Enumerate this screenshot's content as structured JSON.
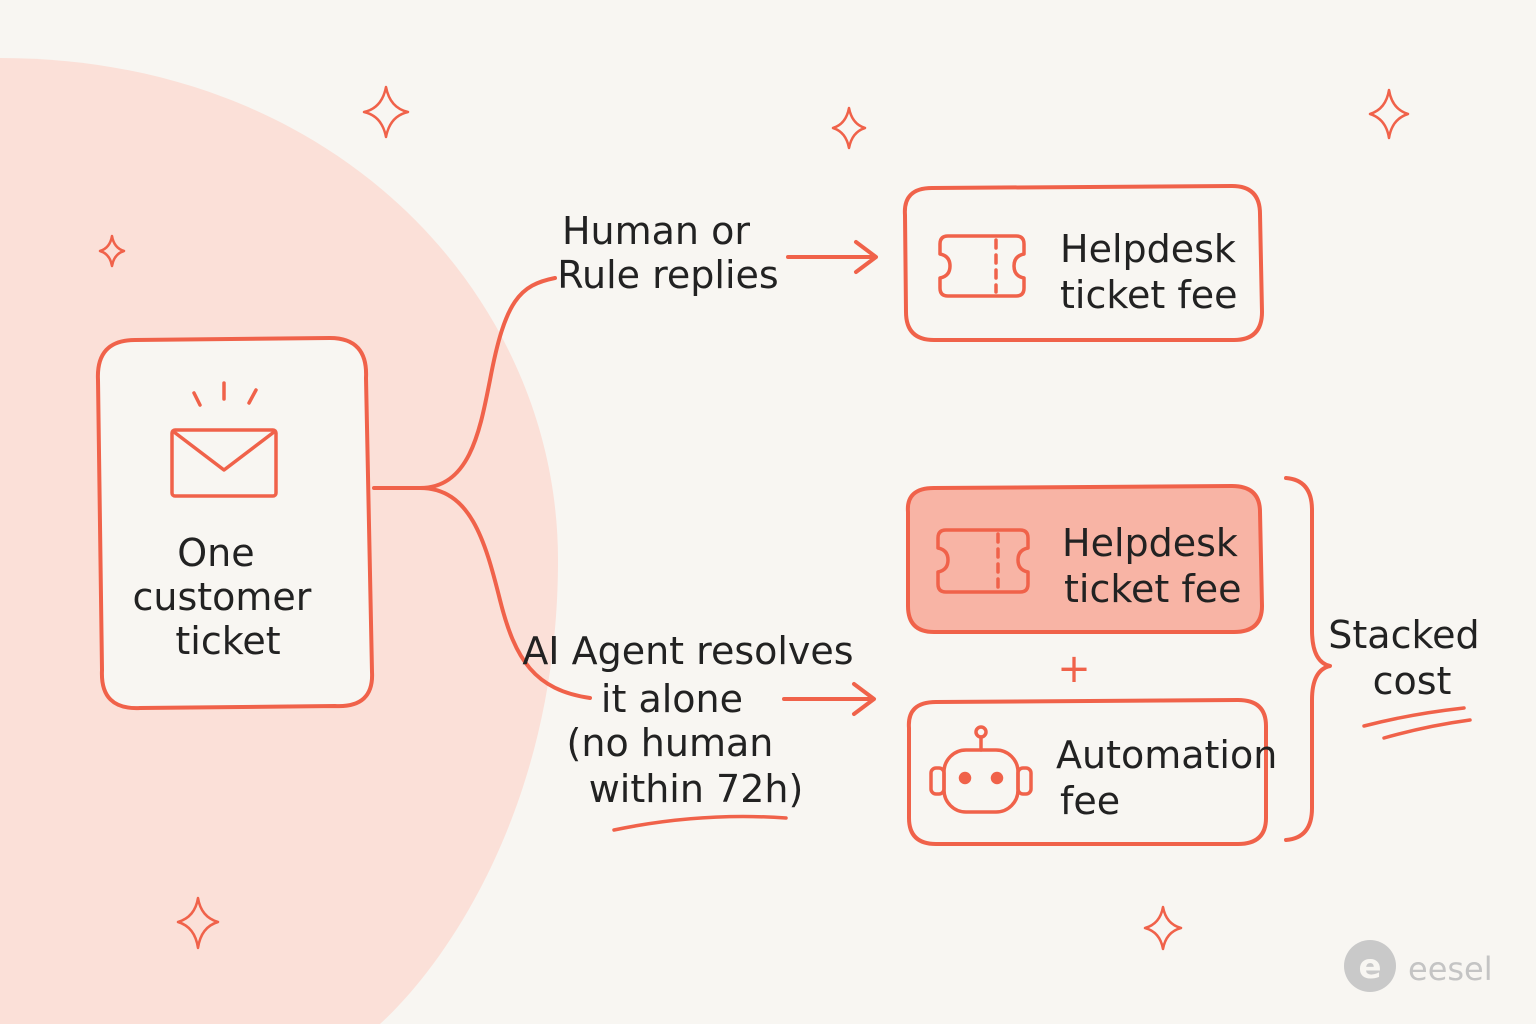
{
  "colors": {
    "background": "#f8f6f2",
    "blob": "#fbe0d8",
    "accent": "#f0624a",
    "highlight_fill": "#f8b4a5",
    "text": "#222222",
    "brand": "#c4c4c4"
  },
  "source": {
    "label_lines": [
      "One",
      "customer",
      "ticket"
    ],
    "icon": "envelope-icon"
  },
  "paths": {
    "top_label_lines": [
      "Human or",
      "Rule replies"
    ],
    "bottom_label_lines": [
      "AI Agent resolves",
      "it alone",
      "(no human",
      "within 72h)"
    ]
  },
  "outcomes": {
    "top": {
      "label_lines": [
        "Helpdesk",
        "ticket fee"
      ],
      "icon": "ticket-icon"
    },
    "stack_first": {
      "label_lines": [
        "Helpdesk",
        "ticket fee"
      ],
      "icon": "ticket-icon",
      "highlighted": true
    },
    "plus": "+",
    "stack_second": {
      "label_lines": [
        "Automation",
        "fee"
      ],
      "icon": "robot-icon"
    }
  },
  "bracket_label_lines": [
    "Stacked",
    "cost"
  ],
  "brand": {
    "name": "eesel",
    "mark": "e"
  }
}
